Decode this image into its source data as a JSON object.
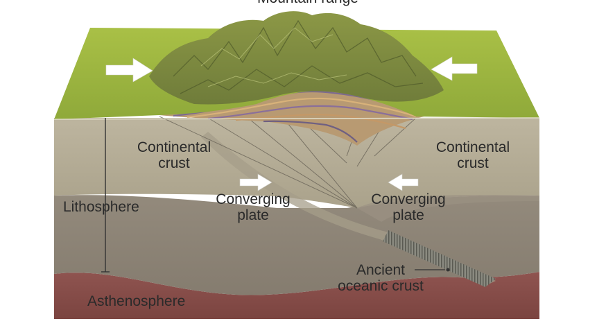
{
  "labels": {
    "mountain_range": "Mountain range",
    "continental_crust_left": [
      "Continental",
      "crust"
    ],
    "continental_crust_right": [
      "Continental",
      "crust"
    ],
    "lithosphere": "Lithosphere",
    "converging_plate_left": [
      "Converging",
      "plate"
    ],
    "converging_plate_right": [
      "Converging",
      "plate"
    ],
    "ancient_oceanic_crust": [
      "Ancient",
      "oceanic crust"
    ],
    "asthenosphere": "Asthenosphere"
  },
  "colors": {
    "grass": "#9bb33f",
    "grass_dark": "#7d9530",
    "crust": "#b6ae98",
    "mantle": "#8d8477",
    "asthenosphere": "#8a4e4a",
    "text": "#2a2a2a",
    "arrow": "#ffffff"
  }
}
